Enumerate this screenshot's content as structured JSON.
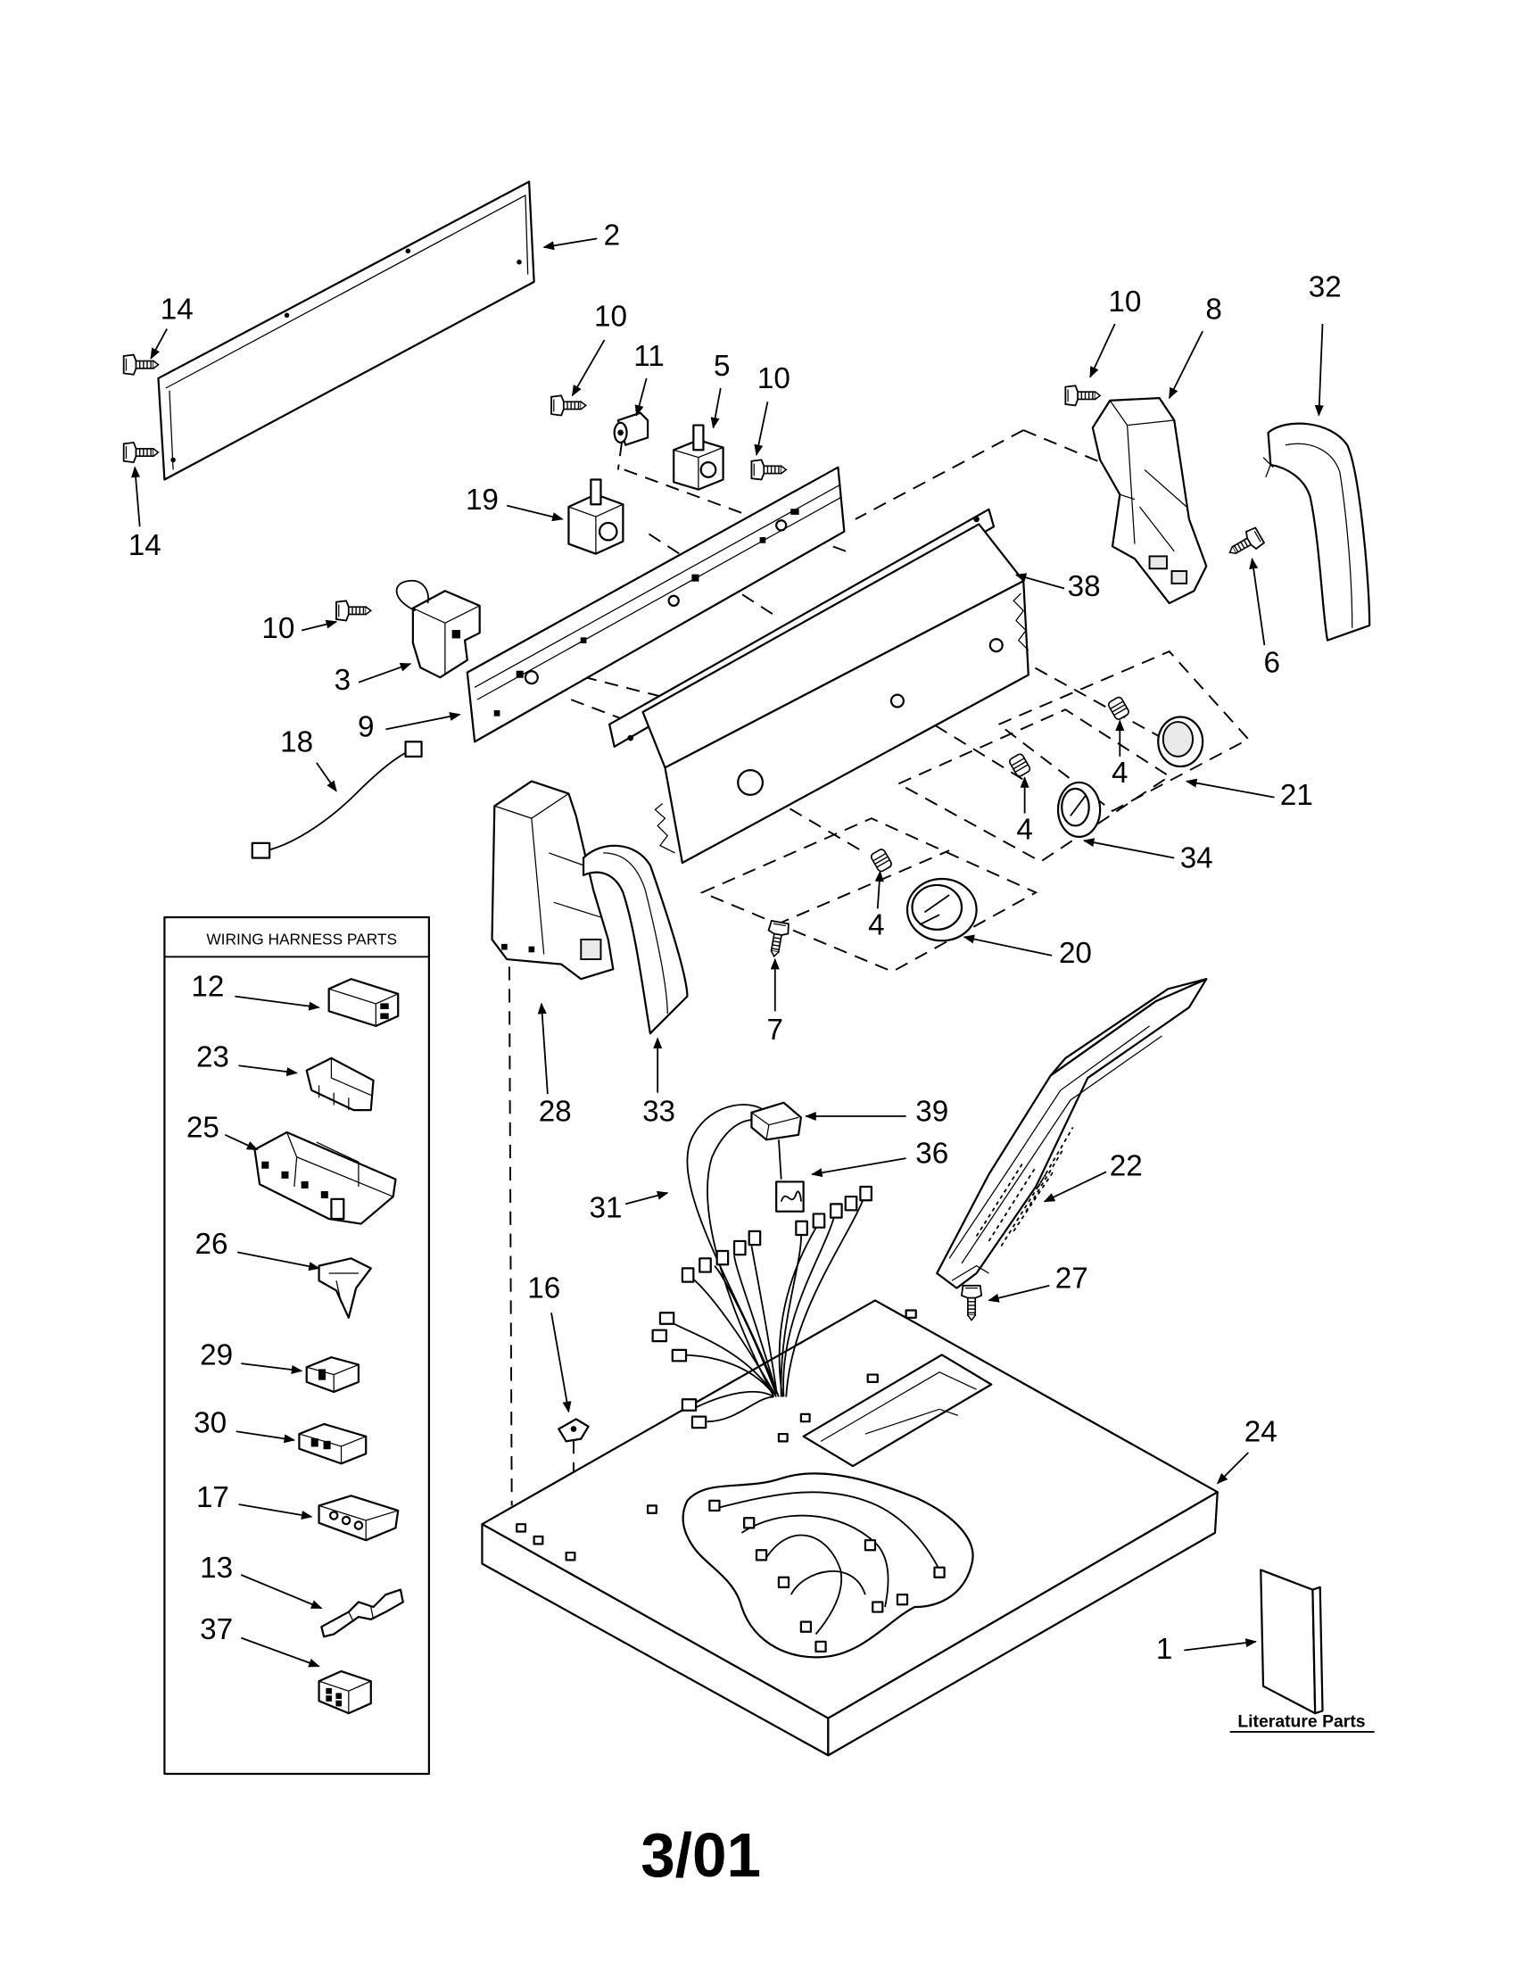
{
  "callouts": [
    "2",
    "14",
    "14",
    "10",
    "11",
    "5",
    "10",
    "19",
    "10",
    "3",
    "9",
    "18",
    "10",
    "8",
    "32",
    "6",
    "38",
    "21",
    "4",
    "4",
    "34",
    "4",
    "20",
    "7",
    "28",
    "33",
    "39",
    "36",
    "22",
    "31",
    "27",
    "16",
    "24",
    "1"
  ],
  "wiring_harness_box": {
    "title": "WIRING HARNESS PARTS",
    "callouts": [
      "12",
      "23",
      "25",
      "26",
      "29",
      "30",
      "17",
      "13",
      "37"
    ]
  },
  "literature_label": "Literature Parts",
  "date_code": "3/01"
}
